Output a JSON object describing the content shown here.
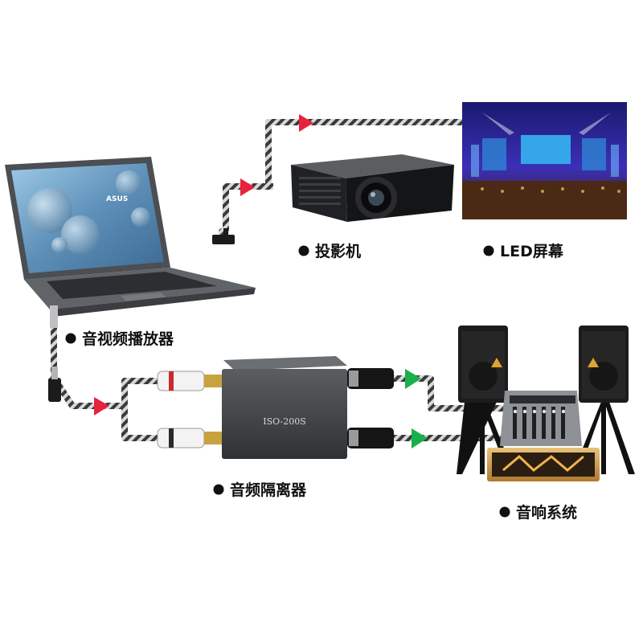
{
  "labels": {
    "projector": "投影机",
    "led_screen": "LED屏幕",
    "player": "音视频播放器",
    "isolator": "音频隔离器",
    "sound_system": "音响系统"
  },
  "device": {
    "isolator_model": "ISO-200S",
    "laptop_brand": "ASUS"
  },
  "colors": {
    "video_arrow": "#e8213e",
    "audio_arrow": "#18b04a",
    "cable_dark": "#3a3a3a",
    "cable_light": "#cfcfcf",
    "label_dot": "#111111"
  },
  "icons": [
    "laptop-icon",
    "projector-icon",
    "led-screen-icon",
    "audio-isolator-icon",
    "speaker-icon",
    "mixer-icon",
    "amplifier-icon",
    "rca-plug-icon",
    "xlr-plug-icon",
    "jack-3.5mm-icon"
  ]
}
